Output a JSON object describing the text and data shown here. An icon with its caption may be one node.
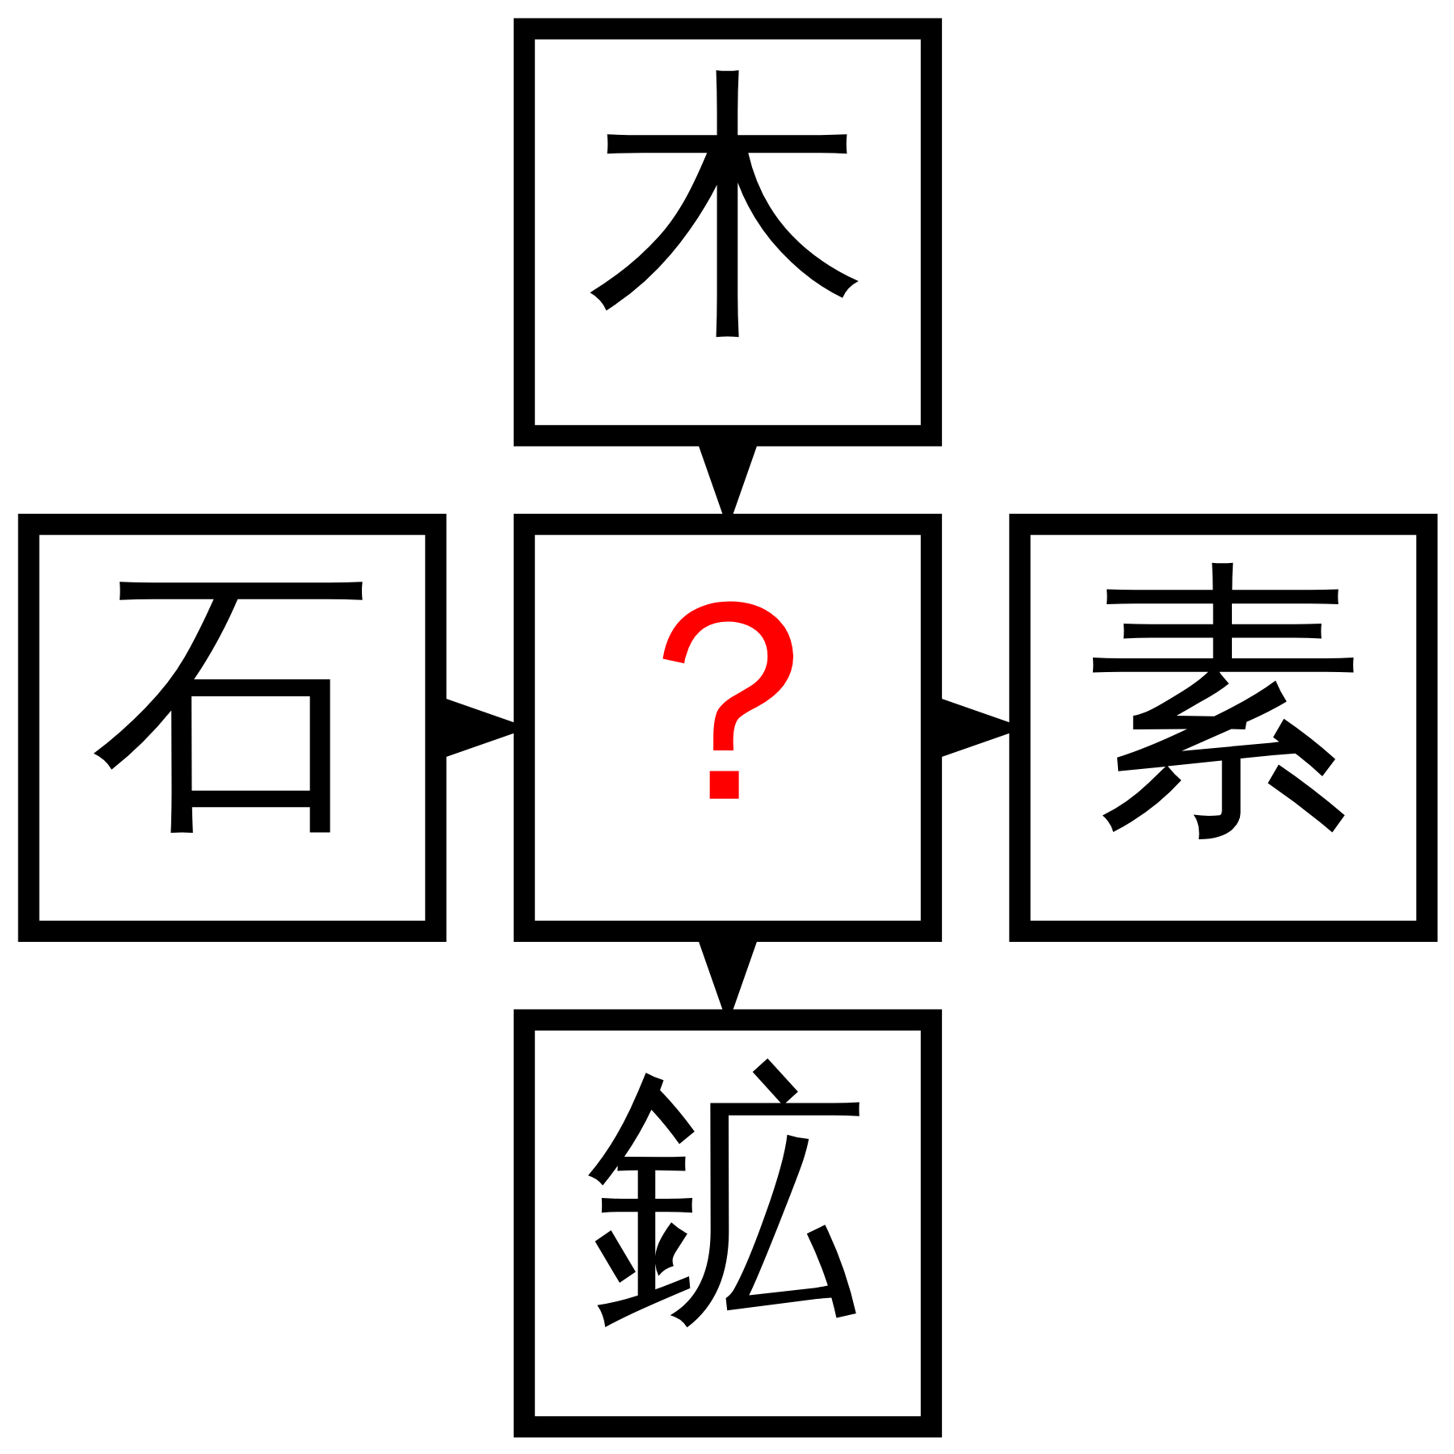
{
  "diagram": {
    "nodes": [
      {
        "text": [
          "木"
        ]
      },
      {
        "text": [
          "石"
        ]
      },
      {
        "text": [
          "？"
        ]
      },
      {
        "text": [
          "素"
        ]
      },
      {
        "text": [
          "鉱"
        ]
      }
    ],
    "edges": [
      {
        "from": 0,
        "to": 2,
        "arrow": "to"
      },
      {
        "from": 1,
        "to": 2,
        "arrow": "to"
      },
      {
        "from": 2,
        "to": 3,
        "arrow": "to"
      },
      {
        "from": 2,
        "to": 4,
        "arrow": "to"
      }
    ]
  }
}
